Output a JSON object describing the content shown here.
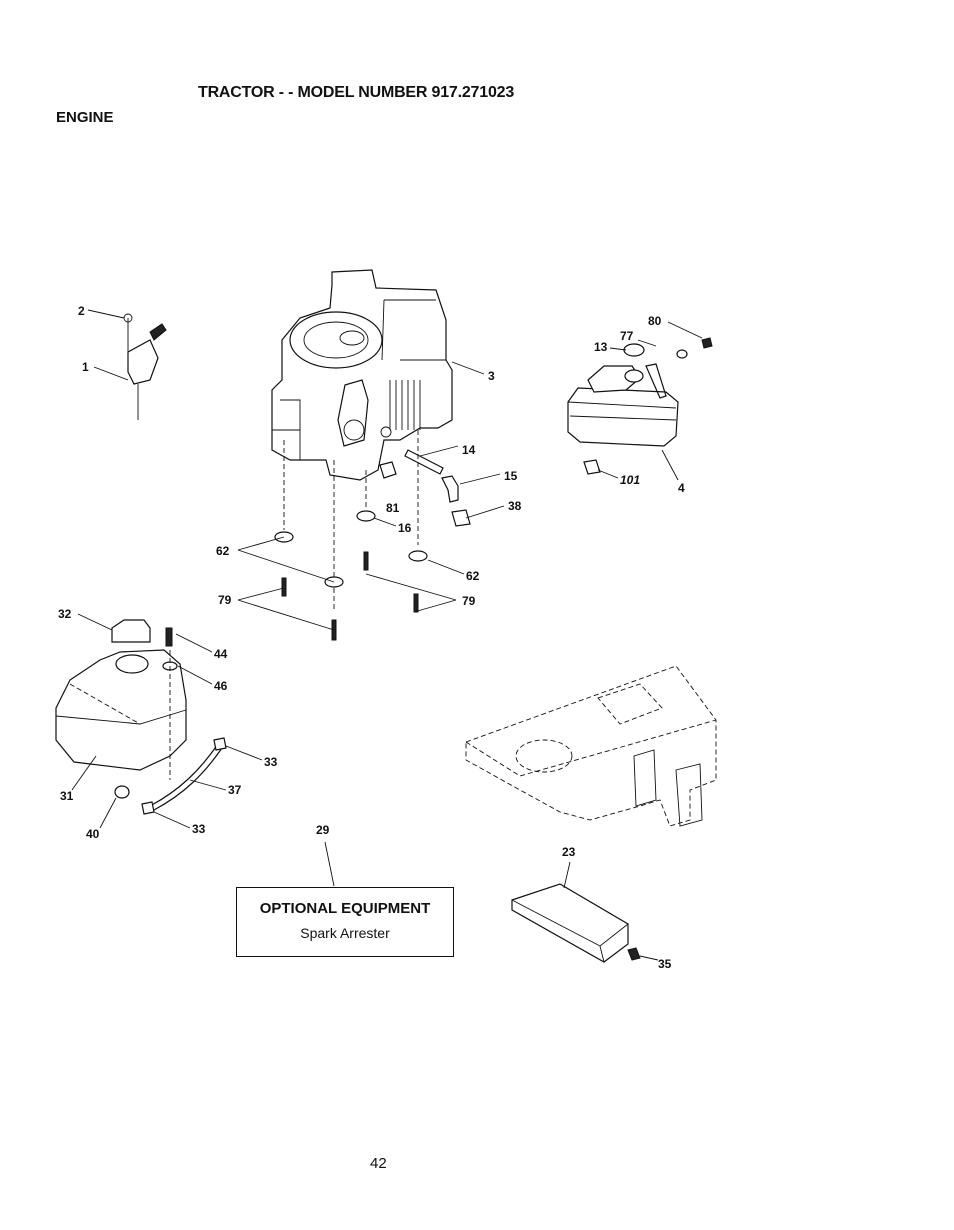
{
  "header": {
    "title": "TRACTOR - - MODEL NUMBER 917.271023",
    "section": "ENGINE"
  },
  "part_labels": {
    "p1": "1",
    "p2": "2",
    "p3": "3",
    "p4": "4",
    "p13": "13",
    "p14": "14",
    "p15": "15",
    "p16": "16",
    "p23": "23",
    "p29": "29",
    "p31": "31",
    "p32": "32",
    "p33a": "33",
    "p33b": "33",
    "p35": "35",
    "p37": "37",
    "p38": "38",
    "p40": "40",
    "p44": "44",
    "p46": "46",
    "p62a": "62",
    "p62b": "62",
    "p77": "77",
    "p79a": "79",
    "p79b": "79",
    "p80": "80",
    "p81": "81",
    "p101": "101"
  },
  "optional_equipment": {
    "title": "OPTIONAL EQUIPMENT",
    "item": "Spark Arrester"
  },
  "footer": {
    "page_number": "42"
  }
}
